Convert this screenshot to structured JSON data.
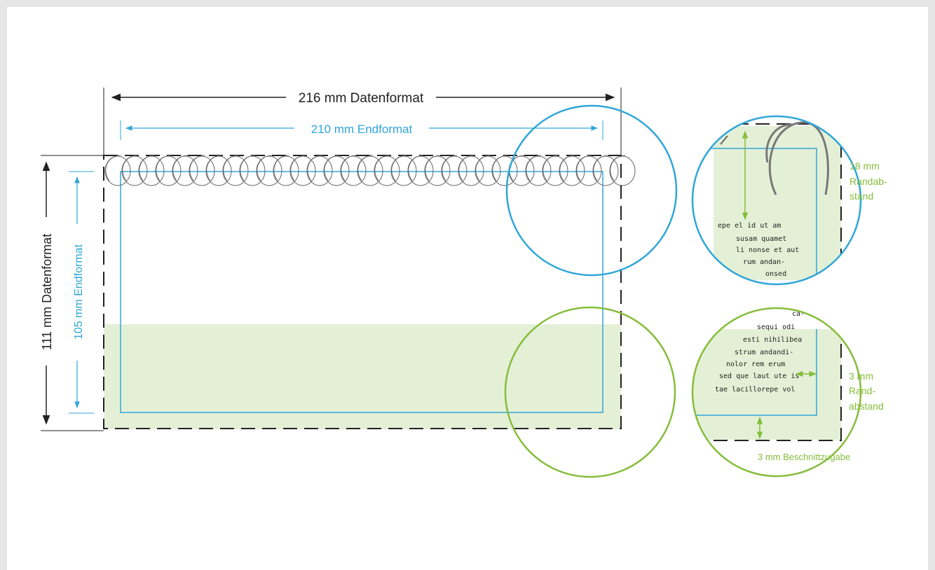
{
  "colors": {
    "background": "#e6e6e6",
    "page": "#ffffff",
    "blue": "#30a6d8",
    "green": "#86bd3b",
    "light_green_fill": "#e4f0d6",
    "dark": "#222222",
    "coil": "#707070"
  },
  "labels": {
    "data_width": "216 mm Datenformat",
    "final_width": "210 mm Endformat",
    "data_height": "111 mm Datenformat",
    "final_height": "105 mm Endformat",
    "margin_top": [
      "18 mm",
      "Randab-",
      "stand"
    ],
    "margin_side": [
      "3 mm",
      "Rand-",
      "abstand"
    ],
    "bleed": "3 mm Beschnittzugabe"
  },
  "sample_text_top": [
    "epe el id ut am",
    "susam quamet",
    "li nonse et aut",
    "rum andan-",
    "onsed"
  ],
  "sample_text_bottom": [
    "ca-",
    "sequi odi",
    "esti nihilibea",
    "strum andandi-",
    "nolor rem erum",
    "sed que laut ute is",
    "tae lacillorepe vol"
  ]
}
